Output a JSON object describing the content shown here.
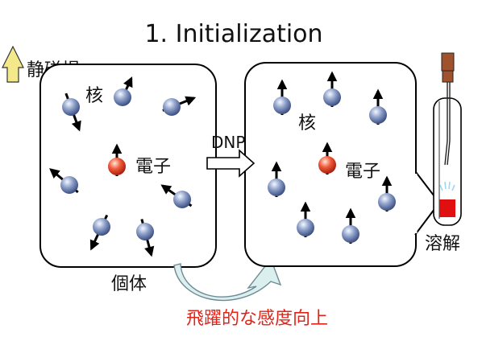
{
  "title": "1. Initialization",
  "labels": {
    "field": "静磁場",
    "nucleus_left": "核",
    "electron_left": "電子",
    "dnp": "DNP",
    "nucleus_right": "核",
    "electron_right": "電子",
    "solid": "個体",
    "dissolution": "溶解",
    "enhancement": "飛躍的な感度向上"
  },
  "colors": {
    "nucleus": "#5b73a8",
    "electron": "#e0301c",
    "enhancement_text": "#e0241a",
    "field_arrow": "#f3e98a",
    "return_arrow": "#dcefef",
    "sample": "#e01010",
    "rod": "#a0522d",
    "sparkle": "#9fd8ef"
  },
  "icons": [
    "field-arrow-icon",
    "dnp-arrow-icon",
    "return-arrow-icon",
    "dissolution-tube-icon"
  ]
}
